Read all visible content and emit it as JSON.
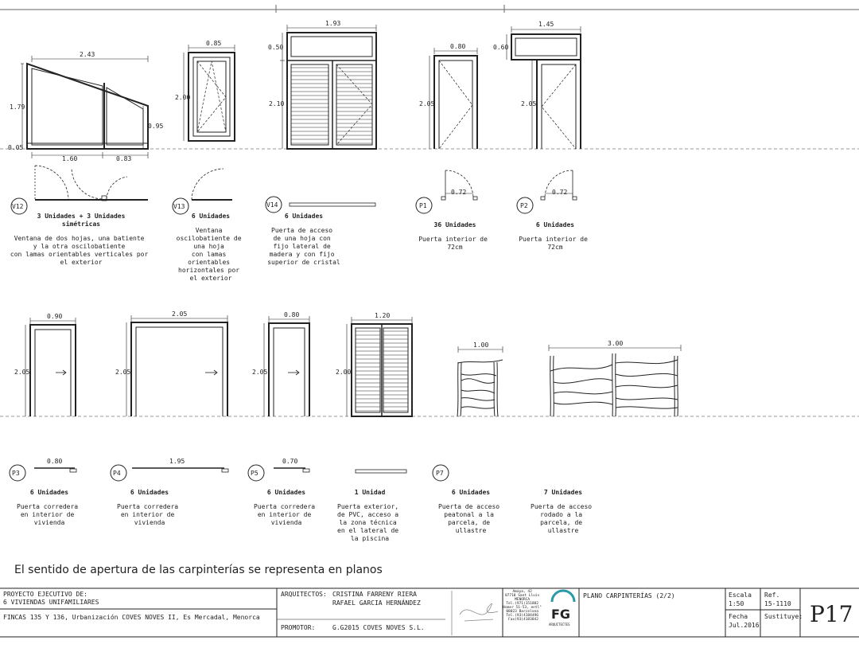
{
  "dims": {
    "v12_w": "2.43",
    "v12_h": "1.79",
    "v12_right": "0.95",
    "v12_base": "0.05",
    "v12_a": "1.60",
    "v12_b": "0.83",
    "v13_w": "0.85",
    "v13_h": "2.00",
    "v14_w": "1.93",
    "v14_top": "0.50",
    "v14_h": "2.10",
    "p1_w": "0.80",
    "p1_h": "2.05",
    "p1_plan": "0.72",
    "p2_w": "1.45",
    "p2_top": "0.60",
    "p2_h": "2.05",
    "p2_plan": "0.72",
    "p3_w": "0.90",
    "p3_h": "2.05",
    "p3_plan": "0.80",
    "p4_w": "2.05",
    "p4_h": "2.05",
    "p4_plan": "1.95",
    "p5_w": "0.80",
    "p5_h": "2.05",
    "p5_plan": "0.70",
    "u_w": "1.20",
    "u_h": "2.00",
    "p7_w": "1.00",
    "g_w": "3.00"
  },
  "items": {
    "v12": {
      "tag": "V12",
      "units": "3 Unidades + 3 Unidades",
      "units2": "simétricas",
      "desc": [
        "Ventana de dos hojas, una batiente",
        "y la otra oscilobatiente",
        "",
        "con lamas orientables verticales por",
        "el exterior"
      ]
    },
    "v13": {
      "tag": "V13",
      "units": "6 Unidades",
      "desc": [
        "Ventana",
        "oscilobatiente de",
        "una hoja",
        "",
        "con lamas",
        "orientables",
        "horizontales por",
        "el exterior"
      ]
    },
    "v14": {
      "tag": "V14",
      "units": "6 Unidades",
      "desc": [
        "Puerta de acceso",
        "de una hoja con",
        "fijo lateral de",
        "madera y con fijo",
        "superior de cristal"
      ]
    },
    "p1": {
      "tag": "P1",
      "units": "36 Unidades",
      "desc": [
        "Puerta interior de",
        "72cm"
      ]
    },
    "p2": {
      "tag": "P2",
      "units": "6 Unidades",
      "desc": [
        "Puerta interior de",
        "72cm"
      ]
    },
    "p3": {
      "tag": "P3",
      "units": "6 Unidades",
      "desc": [
        "Puerta corredera",
        "en interior de",
        "vivienda"
      ]
    },
    "p4": {
      "tag": "P4",
      "units": "6 Unidades",
      "desc": [
        "Puerta corredera",
        "en interior de",
        "vivienda"
      ]
    },
    "p5": {
      "tag": "P5",
      "units": "6 Unidades",
      "desc": [
        "Puerta corredera",
        "en interior de",
        "vivienda"
      ]
    },
    "ext": {
      "units": "1 Unidad",
      "desc": [
        "Puerta exterior,",
        "de PVC, acceso a",
        "la zona técnica",
        "en el lateral de",
        "la piscina"
      ]
    },
    "p7": {
      "tag": "P7",
      "units": "6 Unidades",
      "desc": [
        "Puerta de acceso",
        "peatonal a la",
        "parcela, de",
        "ullastre"
      ]
    },
    "gate": {
      "units": "7 Unidades",
      "desc": [
        "Puerta de acceso",
        "rodado a la",
        "parcela, de",
        "ullastre"
      ]
    }
  },
  "note": "El sentido de apertura de las carpinterías se representa en planos",
  "titleblock": {
    "project_line1": "PROYECTO EJECUTIVO DE:",
    "project_line2": "6 VIVIENDAS UNIFAMILIARES",
    "location": "FINCAS 135 Y 136, Urbanización COVES NOVES II, Es Mercadal, Menorca",
    "architects_label": "ARQUITECTOS:",
    "architect1": "CRISTINA FARRENY RIERA",
    "architect2": "RAFAEL GARCIA HERNÁNDEZ",
    "promoter_label": "PROMOTOR:",
    "promoter": "G.G2015 COVES NOVES S.L.",
    "office": [
      "Amaya, 42",
      "07710 Sant Lluís",
      "MENORCA",
      "Tel.(971)151882",
      "",
      "Homer 51-53, entl°",
      "08023 Barcelona",
      "Tel.(93)4184496",
      "Fax(93)4183842"
    ],
    "logo_text": "FG",
    "logo_sub": "ARQUITECTES",
    "drawing_title": "PLANO CARPINTERÍAS (2/2)",
    "scale_label": "Escala",
    "scale": "1:50",
    "date_label": "Fecha",
    "date": "Jul.2016",
    "ref_label": "Ref.",
    "ref": "15-1110",
    "replaces_label": "Sustituye:",
    "sheet": "P17"
  }
}
